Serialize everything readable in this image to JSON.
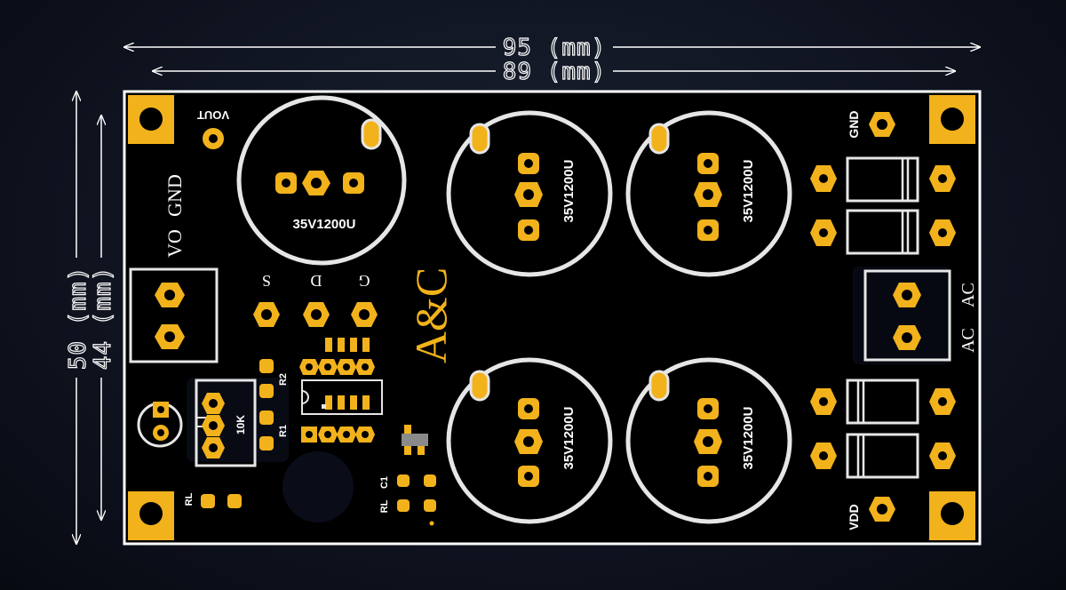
{
  "dimensions": {
    "outer_width": "95 (mm)",
    "inner_width": "89 (mm)",
    "outer_height": "50 (mm)",
    "inner_height": "44 (mm)"
  },
  "silkscreen": {
    "vout": "VOUT",
    "vo": "VO",
    "gnd_left": "GND",
    "s": "S",
    "d": "D",
    "g": "G",
    "brand": "A&C",
    "r1": "R1",
    "r2": "R2",
    "pot": "10K",
    "rl_left": "RL",
    "c1": "C1",
    "rl_bottom": "RL",
    "gnd_right": "GND",
    "vdd": "VDD",
    "ac1": "AC",
    "ac2": "AC",
    "cap_center": "35V1200U",
    "cap_1": "35V1200U",
    "cap_2": "35V1200U",
    "cap_3": "35V1200U",
    "cap_4": "35V1200U"
  },
  "colors": {
    "board": "#000000",
    "pad": "#f2b21b",
    "silk": "#ffffff",
    "background": "#101522"
  }
}
